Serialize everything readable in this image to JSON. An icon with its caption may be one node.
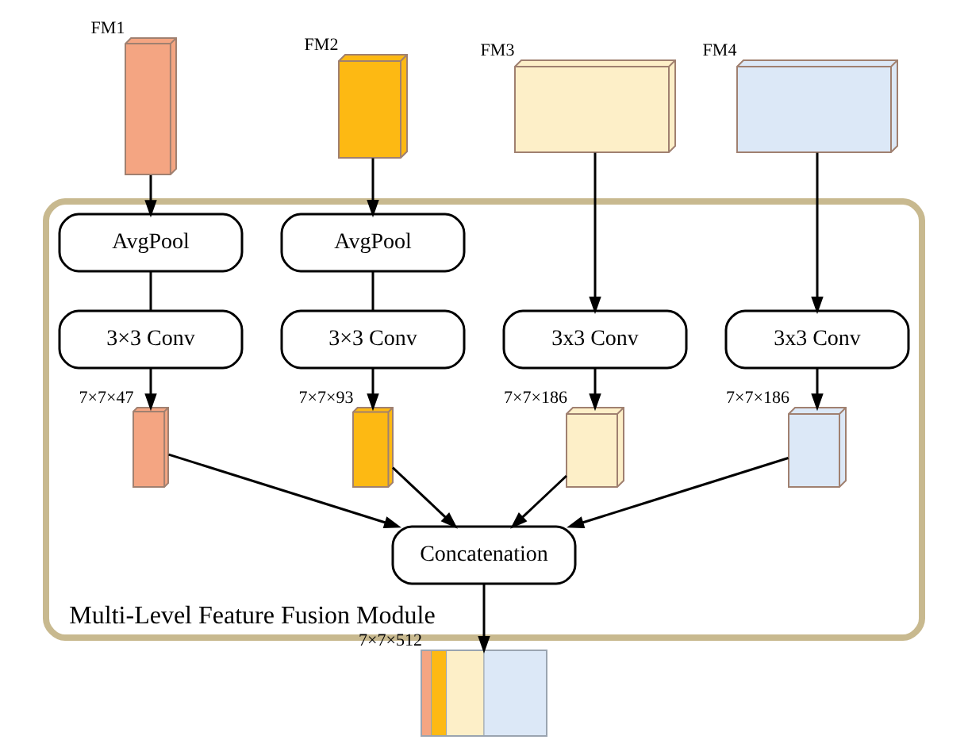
{
  "diagram": {
    "nodes": [
      {
        "text": [],
        "shape": "box",
        "beside": [
          "FM1"
        ]
      },
      {
        "text": [],
        "shape": "box",
        "beside": [
          "FM2"
        ]
      },
      {
        "text": [],
        "shape": "box",
        "beside": [
          "FM3"
        ]
      },
      {
        "text": [],
        "shape": "box",
        "beside": [
          "FM4"
        ]
      },
      {
        "text": [
          "Multi-Level Feature Fusion Module"
        ]
      },
      {
        "text": [
          "AvgPool"
        ],
        "in": 4
      },
      {
        "text": [
          "AvgPool"
        ],
        "in": 4
      },
      {
        "text": [
          "3×3 Conv"
        ],
        "in": 4
      },
      {
        "text": [
          "3×3 Conv"
        ],
        "in": 4
      },
      {
        "text": [
          "3x3 Conv"
        ],
        "in": 4
      },
      {
        "text": [
          "3x3 Conv"
        ],
        "in": 4
      },
      {
        "text": [],
        "shape": "box",
        "beside": [
          "7×7×47"
        ],
        "in": 4
      },
      {
        "text": [],
        "shape": "box",
        "beside": [
          "7×7×93"
        ],
        "in": 4
      },
      {
        "text": [],
        "shape": "box",
        "beside": [
          "7×7×186"
        ],
        "in": 4
      },
      {
        "text": [],
        "shape": "box",
        "beside": [
          "7×7×186"
        ],
        "in": 4
      },
      {
        "text": [
          "Concatenation"
        ],
        "in": 4
      },
      {
        "text": [],
        "shape": "box",
        "beside": [
          "7×7×512"
        ]
      }
    ],
    "edges": [
      {
        "from": 0,
        "to": 5,
        "arrow": "to"
      },
      {
        "from": 1,
        "to": 6,
        "arrow": "to"
      },
      {
        "from": 2,
        "to": 9,
        "arrow": "to"
      },
      {
        "from": 3,
        "to": 10,
        "arrow": "to"
      },
      {
        "from": 5,
        "to": 7,
        "arrow": "none"
      },
      {
        "from": 6,
        "to": 8,
        "arrow": "none"
      },
      {
        "from": 7,
        "to": 11,
        "arrow": "to"
      },
      {
        "from": 8,
        "to": 12,
        "arrow": "to"
      },
      {
        "from": 9,
        "to": 13,
        "arrow": "to"
      },
      {
        "from": 10,
        "to": 14,
        "arrow": "to"
      },
      {
        "from": 11,
        "to": 15,
        "arrow": "to"
      },
      {
        "from": 12,
        "to": 15,
        "arrow": "to"
      },
      {
        "from": 13,
        "to": 15,
        "arrow": "to"
      },
      {
        "from": 14,
        "to": 15,
        "arrow": "to"
      },
      {
        "from": 15,
        "to": 16,
        "arrow": "to"
      }
    ]
  }
}
